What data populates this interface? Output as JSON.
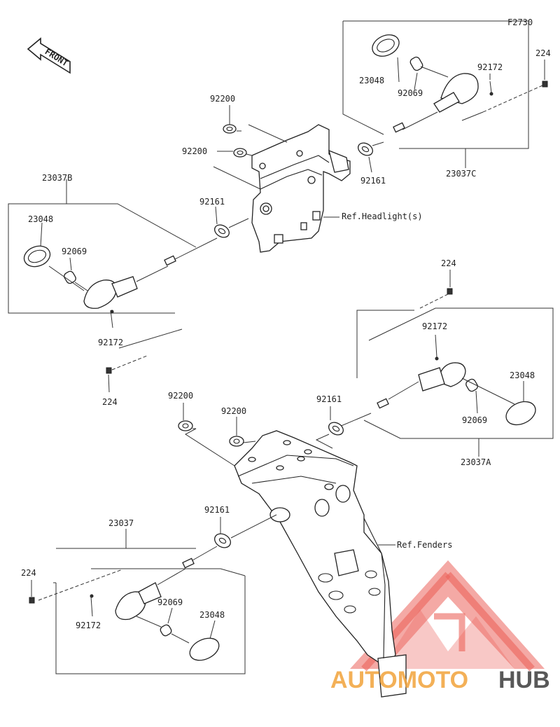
{
  "diagram": {
    "code": "F2730",
    "front_label": "FRONT",
    "labels": {
      "p224_tr": "224",
      "p92172_tr": "92172",
      "p23048_tr": "23048",
      "p92069_tr": "92069",
      "p23037c": "23037C",
      "p92161_tr": "92161",
      "p92200_a": "92200",
      "p92200_b": "92200",
      "p23037b": "23037B",
      "p23048_l": "23048",
      "p92069_l": "92069",
      "p92172_l": "92172",
      "p224_l": "224",
      "p92161_l": "92161",
      "ref_headlight": "Ref.Headlight(s)",
      "p224_mr": "224",
      "p92172_mr": "92172",
      "p23048_mr": "23048",
      "p92161_mr": "92161",
      "p92069_mr": "92069",
      "p23037a": "23037A",
      "p92200_c": "92200",
      "p92200_d": "92200",
      "ref_fenders": "Ref.Fenders",
      "p92161_bl": "92161",
      "p23037": "23037",
      "p224_bl": "224",
      "p92172_bl": "92172",
      "p92069_bl": "92069",
      "p23048_bl": "23048"
    },
    "watermark": {
      "part1": "AUTOMOTO",
      "part2": "HUB"
    },
    "colors": {
      "watermark_red": "#e8473e",
      "watermark_orange": "#f2a33a",
      "watermark_gray": "#3c3c3c",
      "line": "#333333"
    }
  }
}
